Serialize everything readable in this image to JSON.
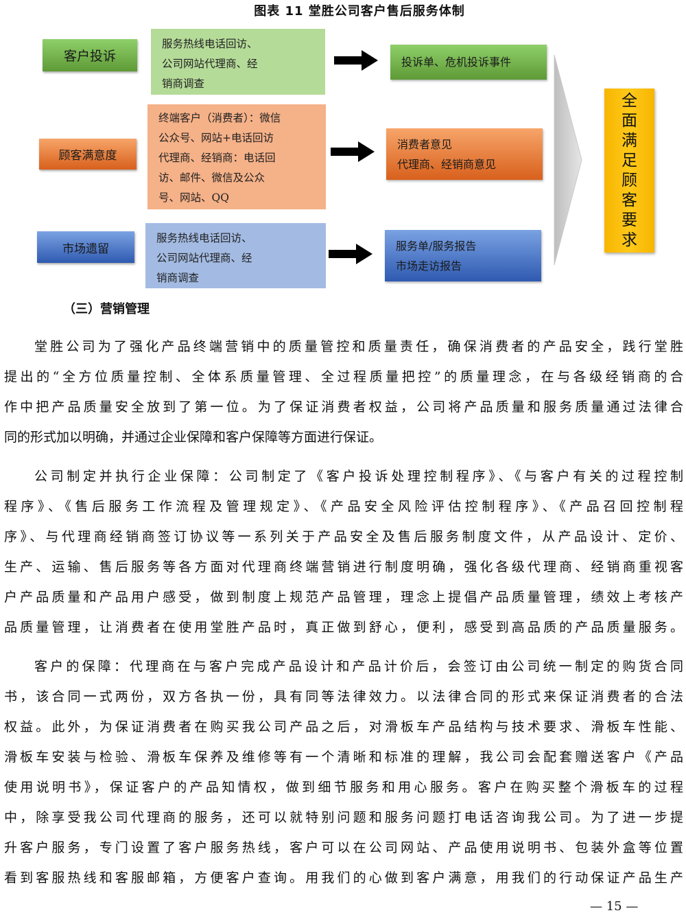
{
  "figure": {
    "title": "图表  11  堂胜公司客户售后服务体制",
    "rows": [
      {
        "source": "客户投诉",
        "channels": [
          "服务热线电话回访、",
          "公司网站代理商、经",
          "销商调查"
        ],
        "outputs": [
          "投诉单、危机投诉事件"
        ]
      },
      {
        "source": "顾客满意度",
        "channels": [
          "终端客户（消费者）：微信",
          "公众号、网站+电话回访",
          "代理商、经销商：电话回",
          "访、邮件、微信及公众",
          "号、网站、QQ"
        ],
        "outputs": [
          "消费者意见",
          "代理商、经销商意见"
        ]
      },
      {
        "source": "市场遗留",
        "channels": [
          "服务热线电话回访、",
          "公司网站代理商、经",
          "销商调查"
        ],
        "outputs": [
          "服务单/服务报告",
          "市场走访报告"
        ]
      }
    ],
    "goal": [
      "全",
      "面",
      "满",
      "足",
      "顾",
      "客",
      "要",
      "求"
    ],
    "colors": {
      "green": "#70ad47",
      "orange": "#ed7d31",
      "blue": "#4472c4",
      "yellow": "#ffc000"
    }
  },
  "section_heading": "（三）营销管理",
  "paragraphs": [
    [
      "堂胜公司为了强化产品终端营销中的质量管控和质量责任，确保消费者的产品安全，践行堂胜",
      "提出的“全方位质量控制、全体系质量管理、全过程质量把控”的质量理念，在与各级经销商的合",
      "作中把产品质量安全放到了第一位。为了保证消费者权益，公司将产品质量和服务质量通过法律合",
      "同的形式加以明确，并通过企业保障和客户保障等方面进行保证。"
    ],
    [
      "公司制定并执行企业保障：公司制定了《客户投诉处理控制程序》、《与客户有关的过程控制",
      "程序》、《售后服务工作流程及管理规定》、《产品安全风险评估控制程序》、《产品召回控制程",
      "序》、与代理商经销商签订协议等一系列关于产品安全及售后服务制度文件，从产品设计、定价、",
      "生产、运输、售后服务等各方面对代理商终端营销进行制度明确，强化各级代理商、经销商重视客",
      "户产品质量和产品用户感受，做到制度上规范产品管理，理念上提倡产品质量管理，绩效上考核产",
      "品质量管理，让消费者在使用堂胜产品时，真正做到舒心，便利，感受到高品质的产品质量服务。"
    ],
    [
      "客户的保障：代理商在与客户完成产品设计和产品计价后，会签订由公司统一制定的购货合同",
      "书，该合同一式两份，双方各执一份，具有同等法律效力。以法律合同的形式来保证消费者的合法",
      "权益。此外，为保证消费者在购买我公司产品之后，对滑板车产品结构与技术要求、滑板车性能、",
      "滑板车安装与检验、滑板车保养及维修等有一个清晰和标准的理解，我公司会配套赠送客户《产品",
      "使用说明书》，保证客户的产品知情权，做到细节服务和用心服务。客户在购买整个滑板车的过程",
      "中，除享受我公司代理商的服务，还可以就特别问题和服务问题打电话咨询我公司。为了进一步提",
      "升客户服务，专门设置了客户服务热线，客户可以在公司网站、产品使用说明书、包装外盒等位置",
      "看到客服热线和客服邮箱，方便客户查询。用我们的心做到客户满意，用我们的行动保证产品生产"
    ]
  ],
  "page_number": "— 15 —"
}
